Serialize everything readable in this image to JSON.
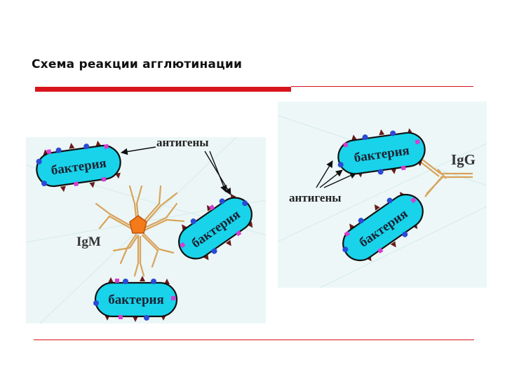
{
  "slide": {
    "title": "Схема реакции агглютинации"
  },
  "left_diagram": {
    "antigens_label": "антигены",
    "antibody_label": "IgM",
    "bacteria": [
      "бактерия",
      "бактерия",
      "бактерия"
    ]
  },
  "right_diagram": {
    "antigens_label": "антигены",
    "antibody_label": "IgG",
    "bacteria": [
      "бактерия",
      "бактерия"
    ]
  },
  "colors": {
    "accent_red": "#d8141b",
    "bacterium_fill": "#19d3ea",
    "antibody": "#d8a35a",
    "pentamer_core": "#f47a1a",
    "antigen_blue": "#2a4bd6",
    "antigen_magenta": "#d43fd0",
    "antigen_spike": "#6a1a1a"
  }
}
